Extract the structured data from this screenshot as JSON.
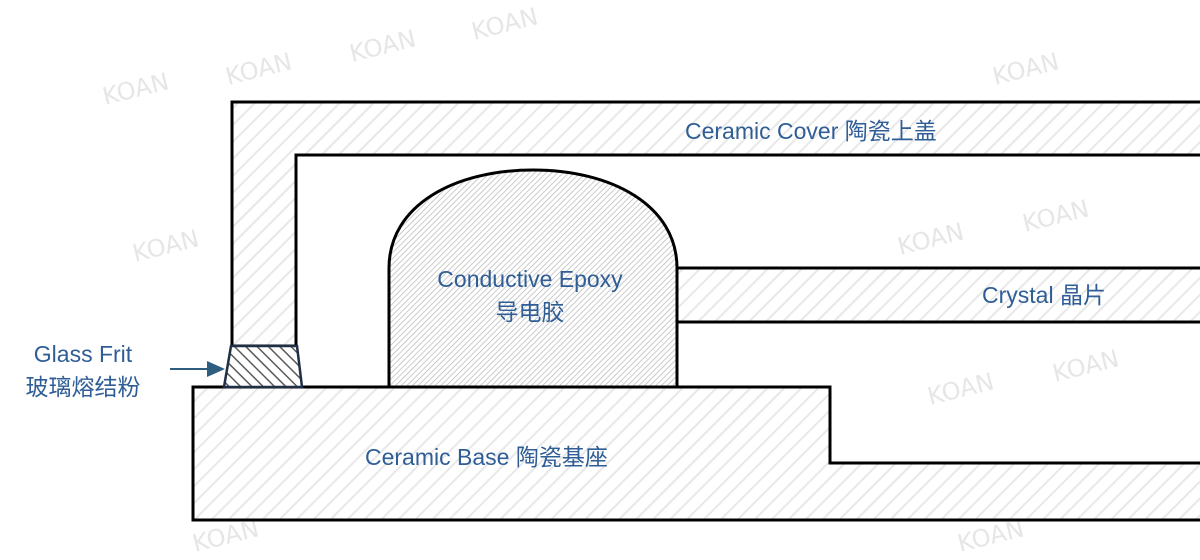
{
  "watermark": "KOAN",
  "labels": {
    "cover": "Ceramic Cover 陶瓷上盖",
    "crystal": "Crystal 晶片",
    "epoxy_en": "Conductive Epoxy",
    "epoxy_cn": "导电胶",
    "base": "Ceramic Base 陶瓷基座",
    "frit_en": "Glass Frit",
    "frit_cn": "玻璃熔结粉"
  },
  "colors": {
    "label": "#2f5d96",
    "outline": "#000000",
    "arrow": "#2f5d80"
  }
}
